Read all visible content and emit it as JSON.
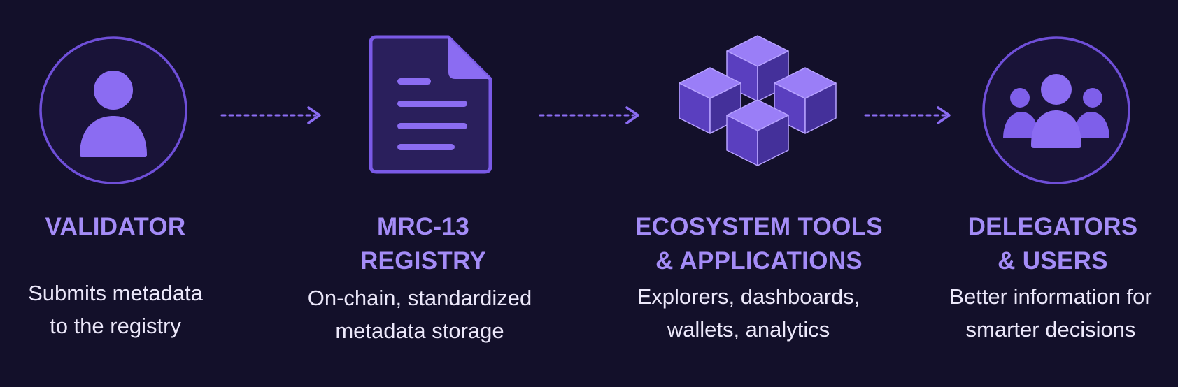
{
  "steps": [
    {
      "icon": "person-icon",
      "title": [
        "VALIDATOR"
      ],
      "description": [
        "Submits metadata",
        "to the registry"
      ]
    },
    {
      "icon": "document-icon",
      "title": [
        "MRC-13",
        "REGISTRY"
      ],
      "description": [
        "On-chain, standardized",
        "metadata storage"
      ]
    },
    {
      "icon": "cubes-icon",
      "title": [
        "ECOSYSTEM TOOLS",
        "& APPLICATIONS"
      ],
      "description": [
        "Explorers, dashboards,",
        "wallets, analytics"
      ]
    },
    {
      "icon": "group-icon",
      "title": [
        "DELEGATORS",
        "& USERS"
      ],
      "description": [
        "Better information for",
        "smarter decisions"
      ]
    }
  ],
  "colors": {
    "background": "#13102a",
    "accent": "#8b6cf2",
    "title": "#a48cf7",
    "text": "#ece8fa"
  }
}
